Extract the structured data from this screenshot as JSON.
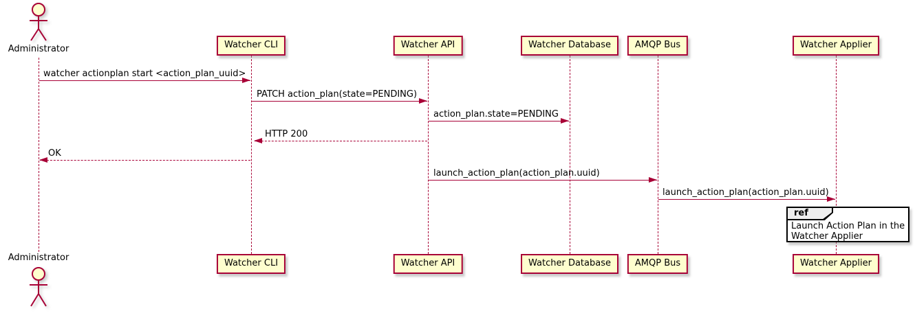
{
  "diagram_type": "plantuml-sequence",
  "colors": {
    "participant_fill": "#FEFECE",
    "participant_border": "#A80036",
    "arrow": "#A80036",
    "lifeline": "#A80036",
    "text": "#000000",
    "ref_border": "#000000",
    "ref_header_fill": "#EEEEEE"
  },
  "actors": [
    {
      "name": "Administrator"
    }
  ],
  "participants": [
    {
      "label": "Watcher CLI"
    },
    {
      "label": "Watcher API"
    },
    {
      "label": "Watcher Database"
    },
    {
      "label": "AMQP Bus"
    },
    {
      "label": "Watcher Applier"
    }
  ],
  "messages": [
    {
      "from": "Administrator",
      "to": "Watcher CLI",
      "text": "watcher actionplan start <action_plan_uuid>",
      "line": "solid",
      "direction": "right"
    },
    {
      "from": "Watcher CLI",
      "to": "Watcher API",
      "text": "PATCH action_plan(state=PENDING)",
      "line": "solid",
      "direction": "right"
    },
    {
      "from": "Watcher API",
      "to": "Watcher Database",
      "text": "action_plan.state=PENDING",
      "line": "solid",
      "direction": "right"
    },
    {
      "from": "Watcher API",
      "to": "Watcher CLI",
      "text": "HTTP 200",
      "line": "dashed",
      "direction": "left"
    },
    {
      "from": "Watcher CLI",
      "to": "Administrator",
      "text": "OK",
      "line": "dashed",
      "direction": "left"
    },
    {
      "from": "Watcher API",
      "to": "AMQP Bus",
      "text": "launch_action_plan(action_plan.uuid)",
      "line": "solid",
      "direction": "right"
    },
    {
      "from": "AMQP Bus",
      "to": "Watcher Applier",
      "text": "launch_action_plan(action_plan.uuid)",
      "line": "solid",
      "direction": "right"
    }
  ],
  "ref": {
    "keyword": "ref",
    "lines": [
      "Launch Action Plan in the",
      "Watcher Applier"
    ]
  }
}
